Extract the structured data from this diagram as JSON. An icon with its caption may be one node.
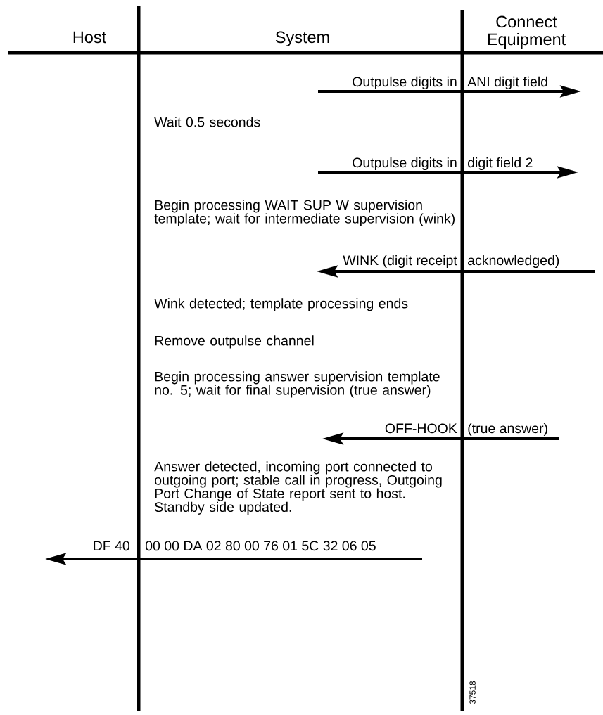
{
  "diagram": {
    "labels": [
      "Host",
      "System",
      "Connect Equipment",
      "Outpulse digits in",
      "ANI digit field",
      "Wait 0.5 seconds",
      "Outpulse digits in",
      "digit field 2",
      "Begin processing WAIT SUP W supervision template; wait for intermediate supervision (wink)",
      "WINK (digit receipt",
      "acknowledged)",
      "Wink detected; template processing ends",
      "Remove outpulse channel",
      "Begin processing answer supervision template no. 5; wait for final supervision (true answer)",
      "OFF-HOOK",
      "(true answer)",
      "Answer detected, incoming port connected to outgoing port; stable call in progress, Outgoing Port Change of State report sent to host. Standby side updated.",
      "DF 40",
      "00 00 DA 02 80 00 76 01 5C 32 06 05",
      "37518"
    ]
  }
}
